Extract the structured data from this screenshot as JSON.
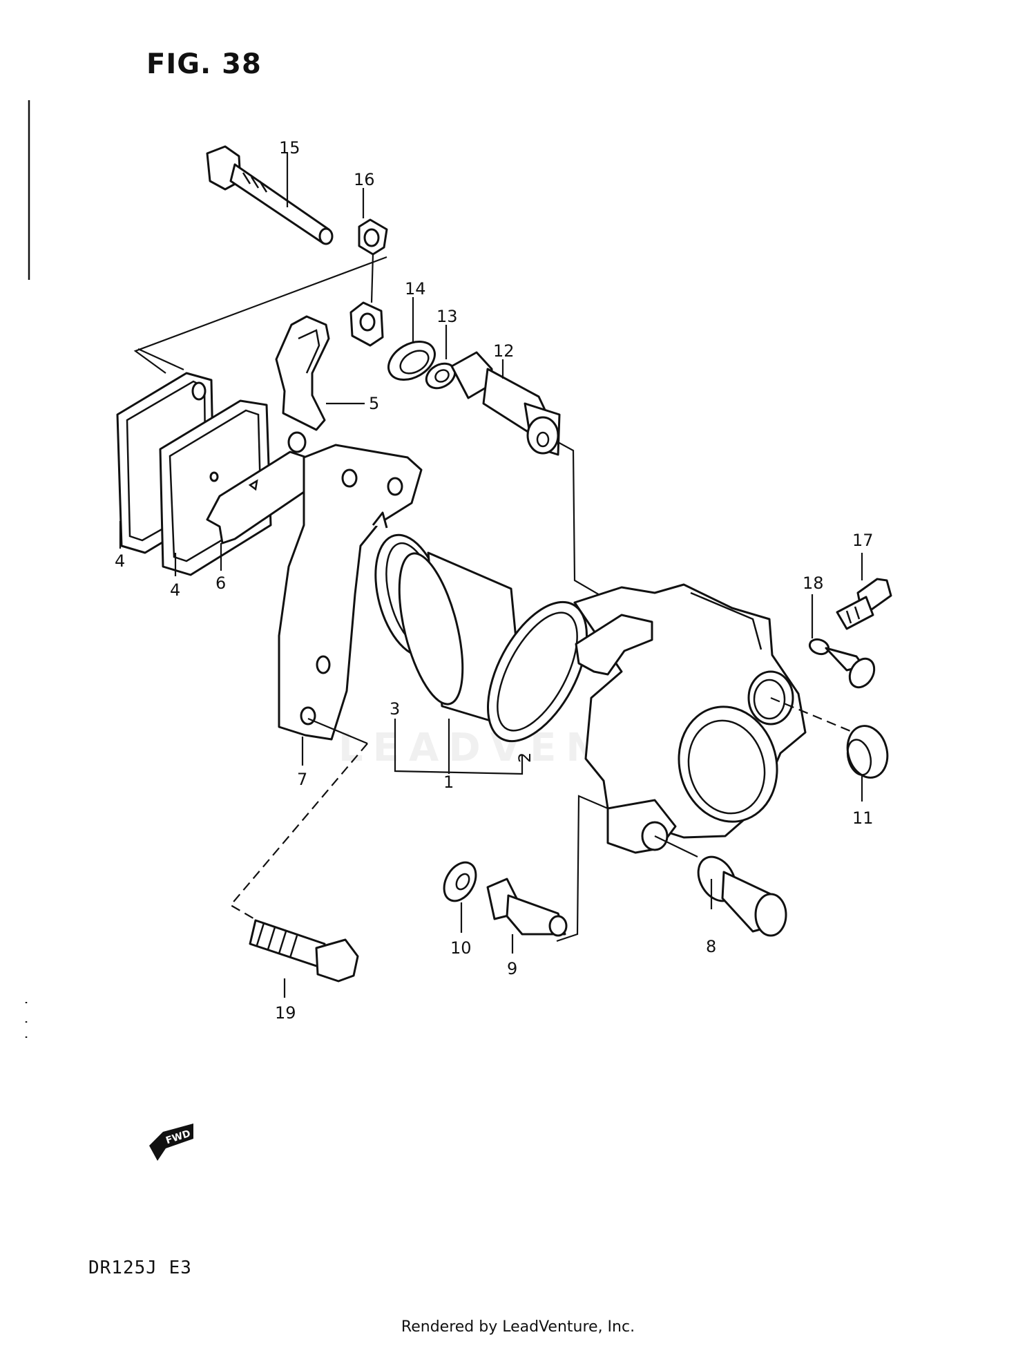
{
  "figure": {
    "title": "FIG. 38",
    "model": "DR125J E3"
  },
  "footer": {
    "text": "Rendered by LeadVenture, Inc."
  },
  "watermark": {
    "text": "LEADVENTURE"
  },
  "fwd_badge": {
    "text": "FWD"
  },
  "callouts": [
    {
      "id": "1",
      "label": "1"
    },
    {
      "id": "2",
      "label": "2"
    },
    {
      "id": "3",
      "label": "3"
    },
    {
      "id": "4a",
      "label": "4"
    },
    {
      "id": "4b",
      "label": "4"
    },
    {
      "id": "5",
      "label": "5"
    },
    {
      "id": "6",
      "label": "6"
    },
    {
      "id": "7",
      "label": "7"
    },
    {
      "id": "8",
      "label": "8"
    },
    {
      "id": "9",
      "label": "9"
    },
    {
      "id": "10",
      "label": "10"
    },
    {
      "id": "11",
      "label": "11"
    },
    {
      "id": "12",
      "label": "12"
    },
    {
      "id": "13",
      "label": "13"
    },
    {
      "id": "14",
      "label": "14"
    },
    {
      "id": "15",
      "label": "15"
    },
    {
      "id": "16",
      "label": "16"
    },
    {
      "id": "17",
      "label": "17"
    },
    {
      "id": "18",
      "label": "18"
    },
    {
      "id": "19",
      "label": "19"
    }
  ]
}
